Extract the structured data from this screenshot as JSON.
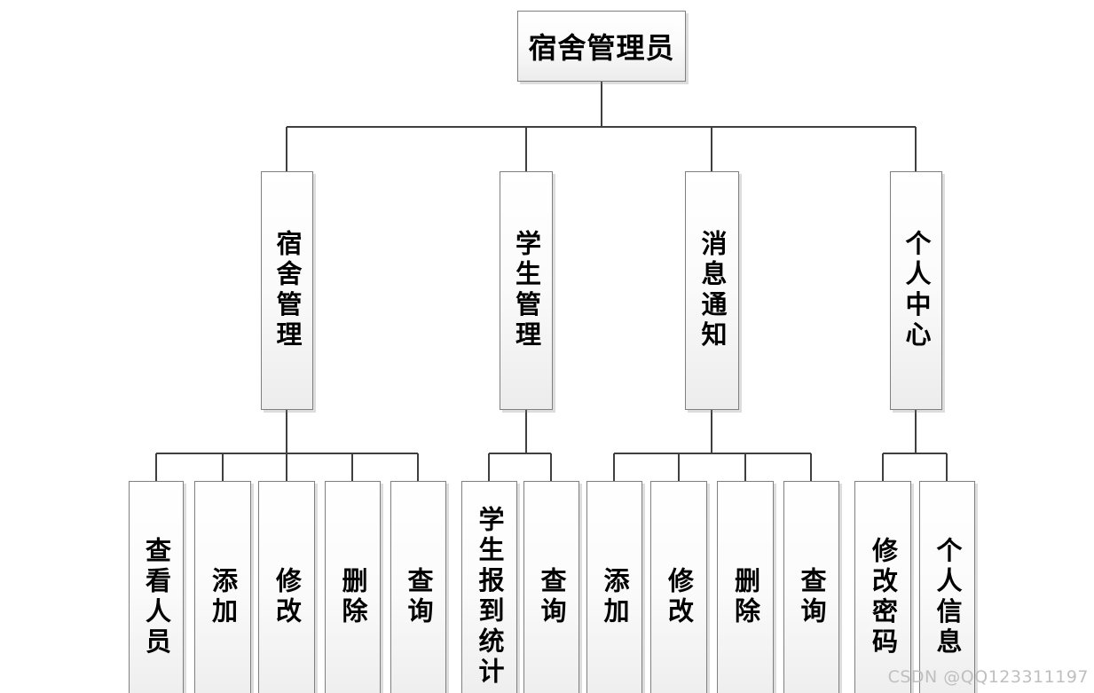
{
  "diagram": {
    "title_node": "宿舍管理员",
    "colors": {
      "connector": "#3f3f3f",
      "box_border": "#7f7f7f",
      "box_fill_top": "#ffffff",
      "box_fill_bottom": "#ececec",
      "text": "#000000",
      "watermark": "#bfbfbf"
    },
    "tree": {
      "root": {
        "label": "宿舍管理员"
      },
      "branches": [
        {
          "label": "宿舍管理",
          "children": [
            {
              "label": "查看人员"
            },
            {
              "label": "添加"
            },
            {
              "label": "修改"
            },
            {
              "label": "删除"
            },
            {
              "label": "查询"
            }
          ]
        },
        {
          "label": "学生管理",
          "children": [
            {
              "label": "学生报到统计"
            },
            {
              "label": "查询"
            }
          ]
        },
        {
          "label": "消息通知",
          "children": [
            {
              "label": "添加"
            },
            {
              "label": "修改"
            },
            {
              "label": "删除"
            },
            {
              "label": "查询"
            }
          ]
        },
        {
          "label": "个人中心",
          "children": [
            {
              "label": "修改密码"
            },
            {
              "label": "个人信息"
            }
          ]
        }
      ]
    }
  },
  "watermark": {
    "text": "CSDN @QQ123311197"
  }
}
